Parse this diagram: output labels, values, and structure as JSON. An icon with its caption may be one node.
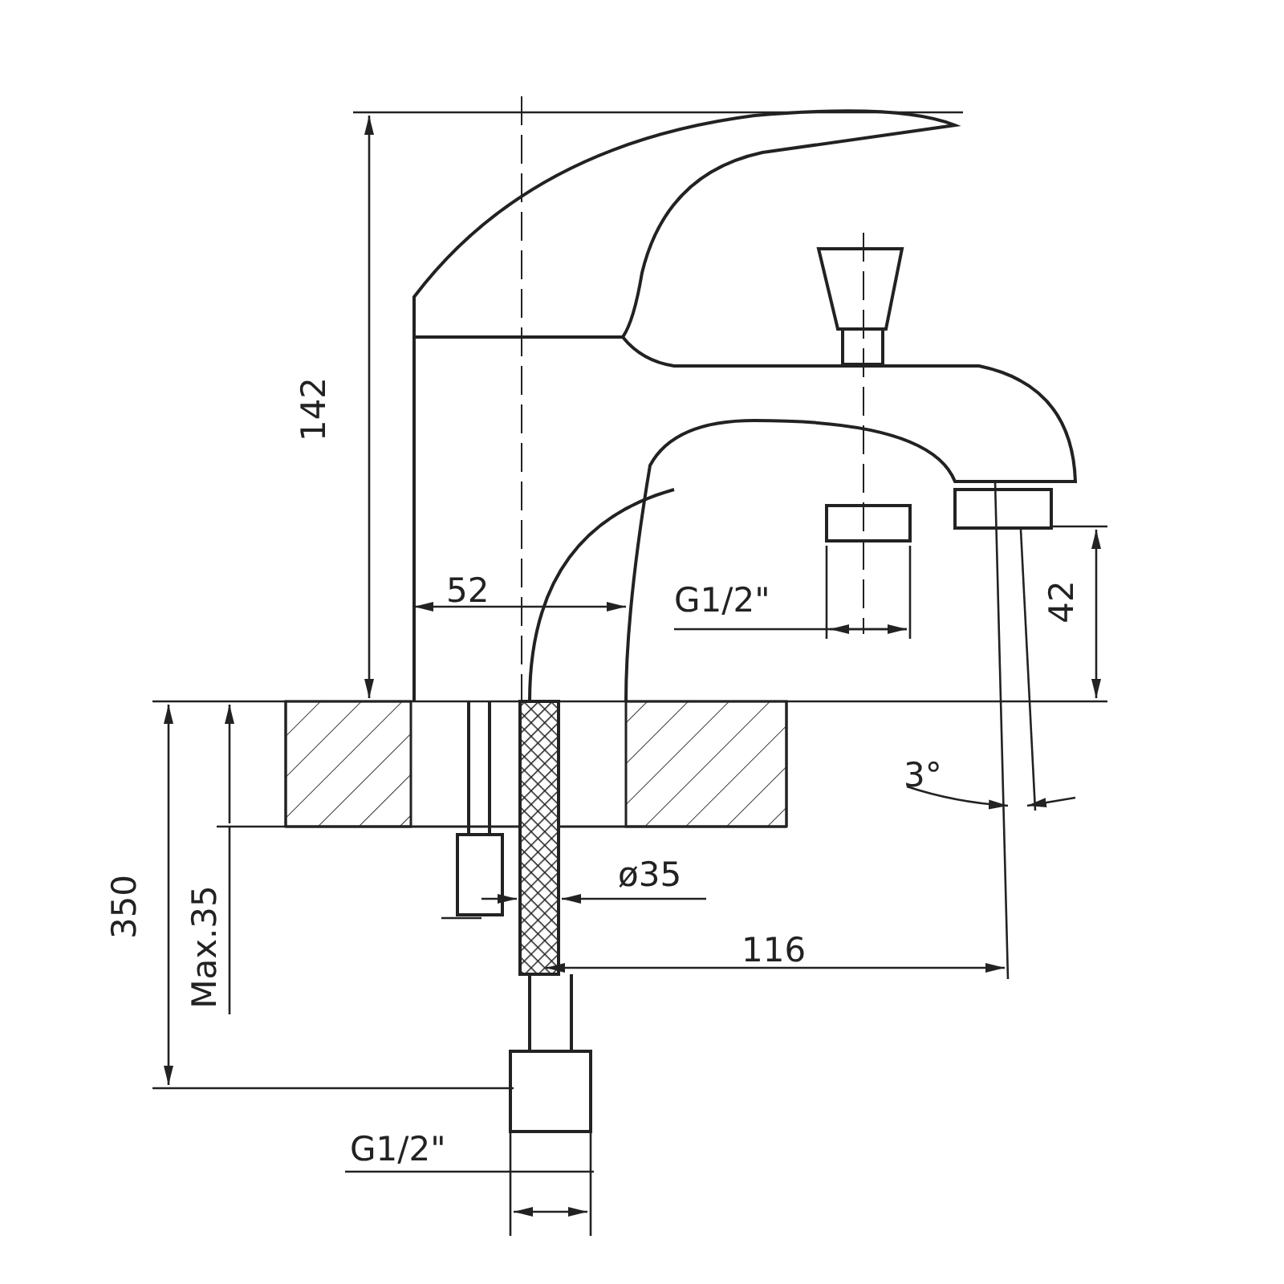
{
  "diagram": {
    "labels": [
      "142",
      "52",
      "G1/2\"",
      "42",
      "3°",
      "350",
      "Max.35",
      "ø35",
      "116",
      "G1/2\""
    ]
  }
}
